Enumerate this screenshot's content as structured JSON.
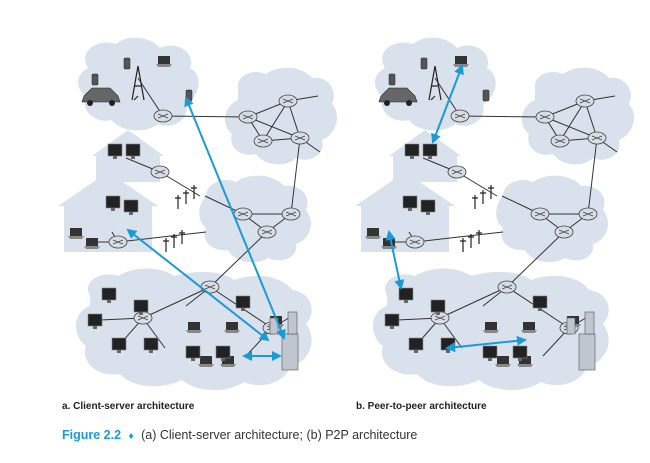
{
  "panels": [
    {
      "id": "a",
      "label": "a. Client-server architecture",
      "links": "client-server"
    },
    {
      "id": "b",
      "label": "b. Peer-to-peer architecture",
      "links": "p2p"
    }
  ],
  "caption": {
    "figure_number": "Figure 2.2",
    "separator": "♦",
    "text": "(a) Client-server architecture; (b) P2P architecture"
  },
  "colors": {
    "cloud": "#d8e1ec",
    "house": "#d8e1ec",
    "link": "#333333",
    "router": "#d6dde6",
    "highlight_link": "#1a9ad6",
    "caption_accent": "#1a9ad6"
  }
}
